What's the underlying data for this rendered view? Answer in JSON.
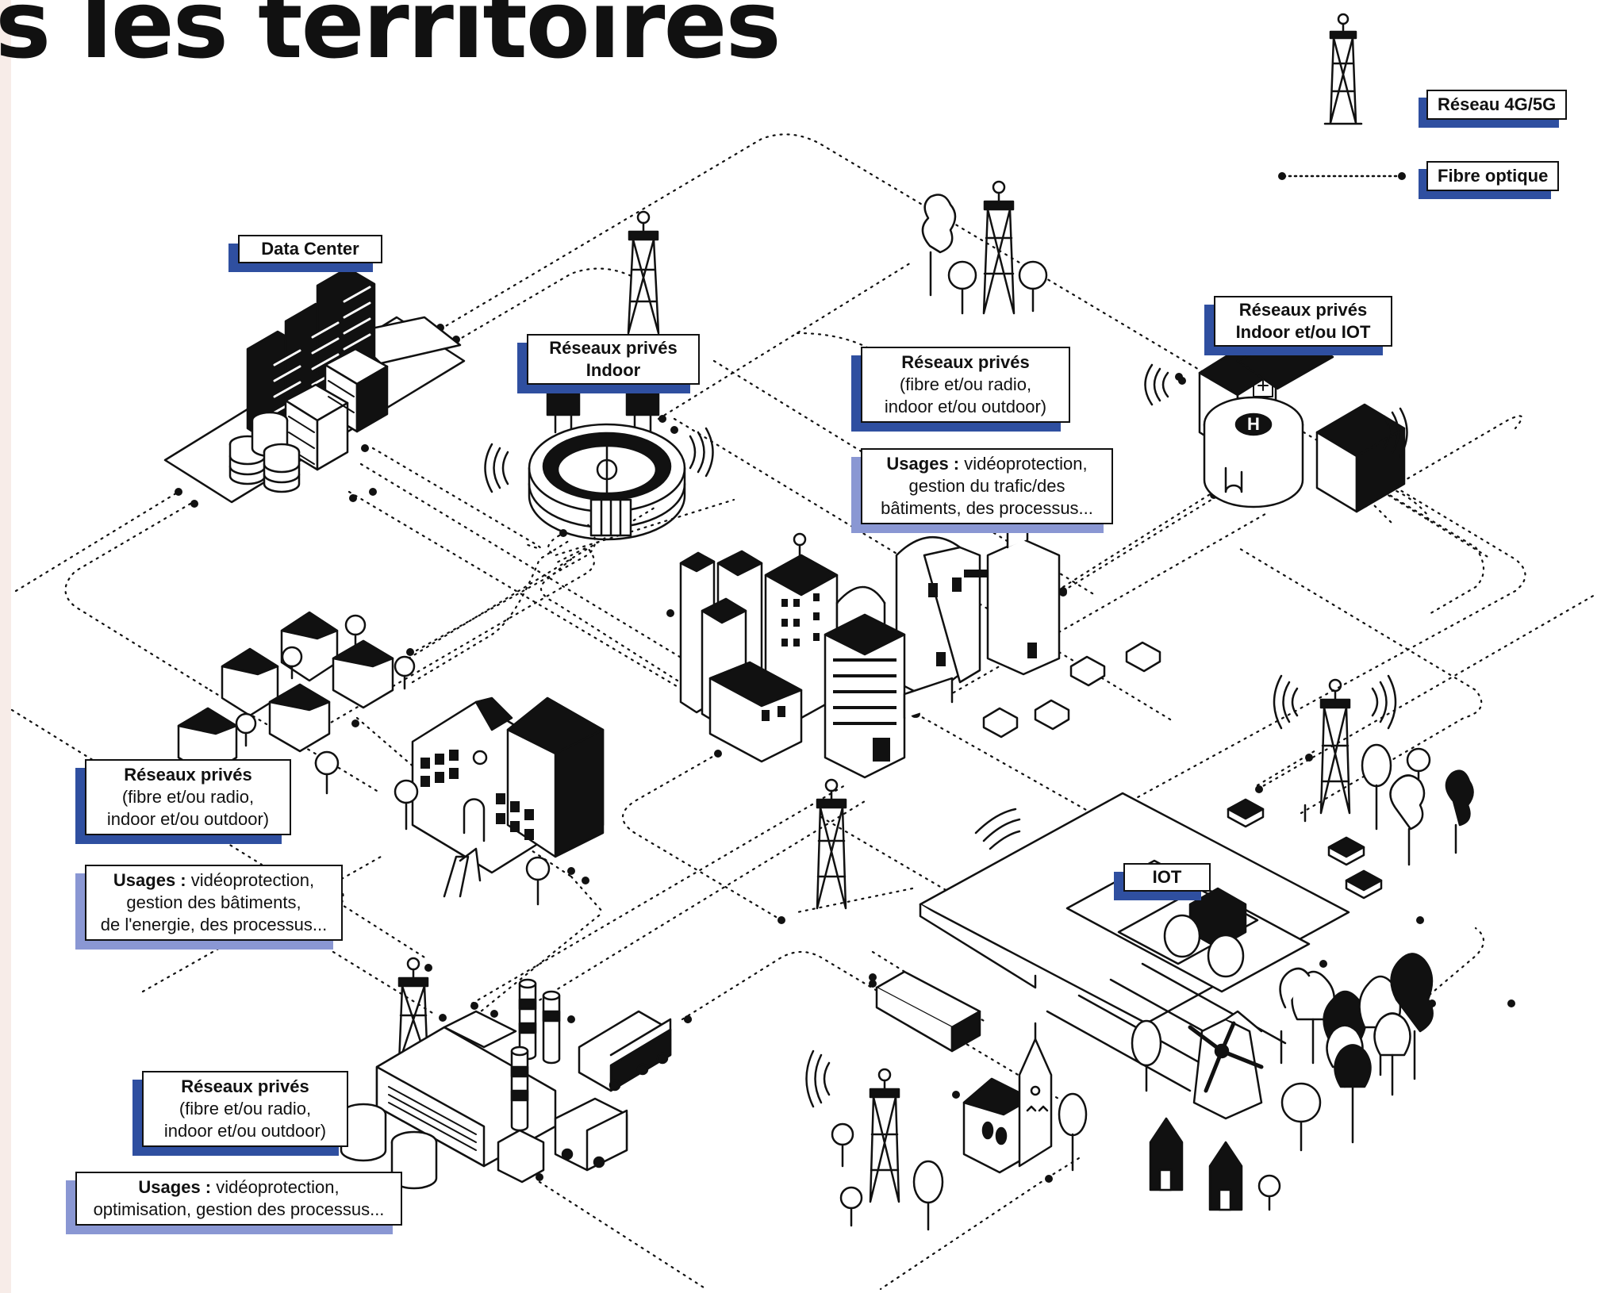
{
  "page": {
    "title": "s les territoires"
  },
  "legend": {
    "network_label": "Réseau 4G/5G",
    "fiber_label": "Fibre optique"
  },
  "labels": {
    "data_center": "Data Center",
    "stadium_title_line1": "Réseaux privés",
    "stadium_title_line2": "Indoor",
    "hospital_line1": "Réseaux privés",
    "hospital_line2": "Indoor et/ou IOT",
    "city": {
      "title": "Réseaux privés",
      "line1": "(fibre et/ou radio,",
      "line2": "indoor et/ou outdoor)"
    },
    "city_usages": {
      "prefix": "Usages :",
      "line1": " vidéoprotection,",
      "line2": "gestion du trafic/des",
      "line3": "bâtiments, des processus..."
    },
    "village": {
      "title": "Réseaux privés",
      "line1": "(fibre et/ou radio,",
      "line2": "indoor et/ou outdoor)"
    },
    "village_usages": {
      "prefix": "Usages :",
      "line1": " vidéoprotection,",
      "line2": "gestion des bâtiments,",
      "line3": "de l'energie, des processus..."
    },
    "iot": "IOT",
    "factory": {
      "title": "Réseaux privés",
      "line1": "(fibre et/ou radio,",
      "line2": "indoor et/ou outdoor)"
    },
    "factory_usages": {
      "prefix": "Usages :",
      "line1": " vidéoprotection,",
      "line2": "optimisation, gestion des processus..."
    },
    "hospital_sign": "H"
  },
  "colors": {
    "accent_dark_blue": "#2f4fa0",
    "accent_light_blue": "#8a97d3",
    "ink": "#111111",
    "background": "#ffffff"
  }
}
